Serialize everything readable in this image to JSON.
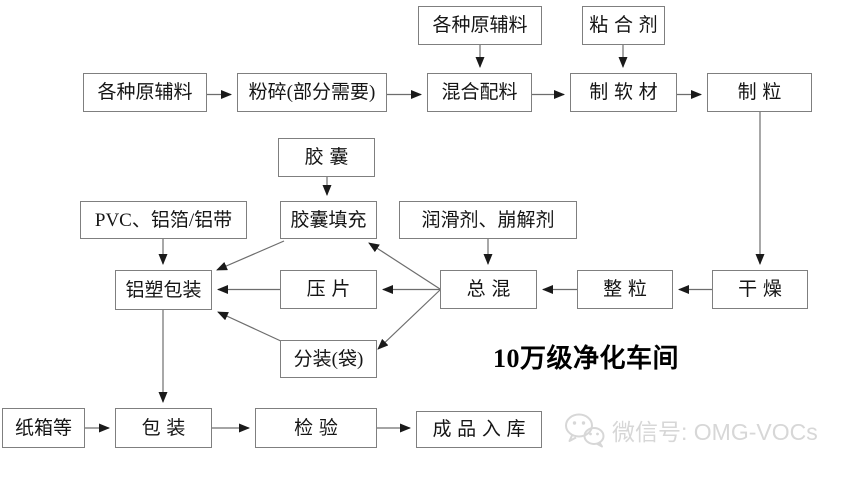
{
  "caption": "10万级净化车间",
  "watermark": {
    "icon": "wechat-icon",
    "text": "微信号: OMG-VOCs"
  },
  "colors": {
    "background": "#ffffff",
    "box_border": "#7f7f7f",
    "box_text": "#151515",
    "arrow_line": "#6d6d6d",
    "arrow_head": "#1a1a1a",
    "caption_text": "#000000",
    "watermark_text": "#d7d7d7"
  },
  "nodes": [
    {
      "id": "raw-materials-1",
      "label": "各种原辅料"
    },
    {
      "id": "crushing",
      "label": "粉碎(部分需要)"
    },
    {
      "id": "raw-materials-2",
      "label": "各种原辅料"
    },
    {
      "id": "binder",
      "label": "粘合剂"
    },
    {
      "id": "mixing",
      "label": "混合配料"
    },
    {
      "id": "soft-material",
      "label": "制软材"
    },
    {
      "id": "granulation",
      "label": "制粒"
    },
    {
      "id": "capsule",
      "label": "胶囊"
    },
    {
      "id": "pvc-foil",
      "label": "PVC、铝箔/铝带"
    },
    {
      "id": "capsule-filling",
      "label": "胶囊填充"
    },
    {
      "id": "lubricant-disintegrant",
      "label": "润滑剂、崩解剂"
    },
    {
      "id": "alu-plastic-packaging",
      "label": "铝塑包装"
    },
    {
      "id": "tablet-pressing",
      "label": "压片"
    },
    {
      "id": "final-blend",
      "label": "总混"
    },
    {
      "id": "granule-sizing",
      "label": "整粒"
    },
    {
      "id": "drying",
      "label": "干燥"
    },
    {
      "id": "bag-filling",
      "label": "分装(袋)"
    },
    {
      "id": "carton",
      "label": "纸箱等"
    },
    {
      "id": "packaging",
      "label": "包装"
    },
    {
      "id": "inspection",
      "label": "检验"
    },
    {
      "id": "warehousing",
      "label": "成品入库"
    }
  ],
  "edges": [
    {
      "from": "raw-materials-1",
      "to": "crushing"
    },
    {
      "from": "crushing",
      "to": "mixing"
    },
    {
      "from": "raw-materials-2",
      "to": "mixing"
    },
    {
      "from": "mixing",
      "to": "soft-material"
    },
    {
      "from": "binder",
      "to": "soft-material"
    },
    {
      "from": "soft-material",
      "to": "granulation"
    },
    {
      "from": "granulation",
      "to": "drying"
    },
    {
      "from": "drying",
      "to": "granule-sizing"
    },
    {
      "from": "granule-sizing",
      "to": "final-blend"
    },
    {
      "from": "lubricant-disintegrant",
      "to": "final-blend"
    },
    {
      "from": "capsule",
      "to": "capsule-filling"
    },
    {
      "from": "final-blend",
      "to": "capsule-filling"
    },
    {
      "from": "final-blend",
      "to": "tablet-pressing"
    },
    {
      "from": "final-blend",
      "to": "bag-filling"
    },
    {
      "from": "capsule-filling",
      "to": "alu-plastic-packaging"
    },
    {
      "from": "tablet-pressing",
      "to": "alu-plastic-packaging"
    },
    {
      "from": "bag-filling",
      "to": "alu-plastic-packaging"
    },
    {
      "from": "pvc-foil",
      "to": "alu-plastic-packaging"
    },
    {
      "from": "alu-plastic-packaging",
      "to": "packaging"
    },
    {
      "from": "carton",
      "to": "packaging"
    },
    {
      "from": "packaging",
      "to": "inspection"
    },
    {
      "from": "inspection",
      "to": "warehousing"
    }
  ]
}
